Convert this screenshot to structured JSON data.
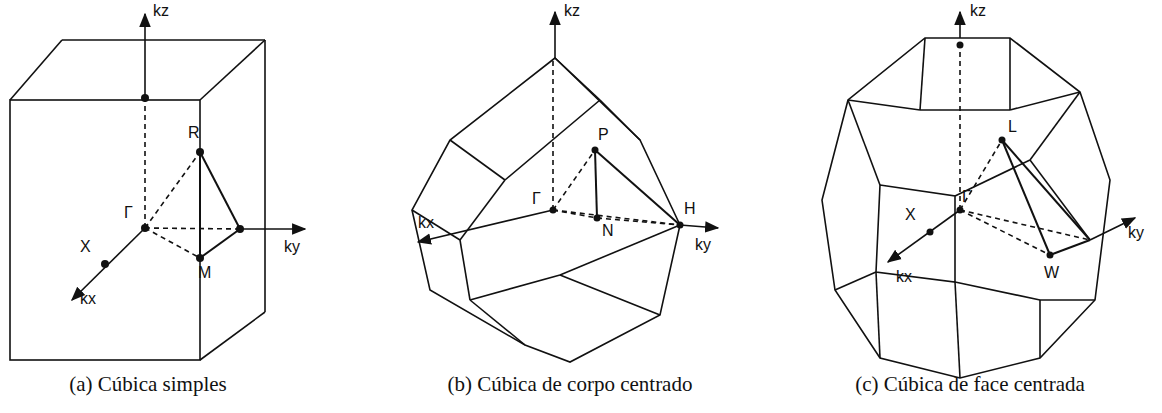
{
  "diagram": {
    "labels": [
      "kz",
      "R",
      "Γ",
      "X",
      "kx",
      "M",
      "ky",
      "(a) Cúbica simples",
      "kz",
      "P",
      "Γ",
      "kx",
      "N",
      "H",
      "ky",
      "(b) Cúbica de corpo centrado",
      "kz",
      "L",
      "Γ",
      "X",
      "kx",
      "W",
      "ky",
      "(c) Cúbica de face centrada"
    ]
  }
}
